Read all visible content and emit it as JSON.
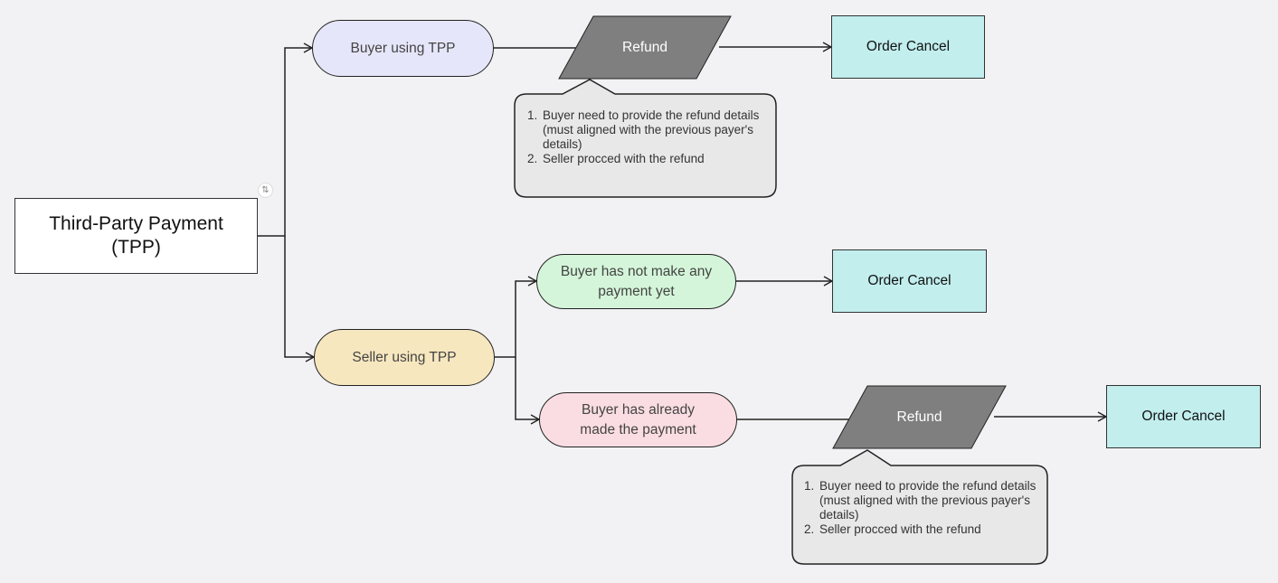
{
  "diagram": {
    "root": {
      "label": "Third-Party Payment (TPP)"
    },
    "branches": {
      "buyer_tpp": "Buyer using TPP",
      "seller_tpp": "Seller using TPP",
      "buyer_not_paid": "Buyer has not make any payment yet",
      "buyer_already_paid": "Buyer has already made the payment"
    },
    "refund_label": "Refund",
    "order_cancel_label": "Order Cancel",
    "refund_notes": [
      "Buyer need to provide the refund details (must aligned with the previous payer's details)",
      "Seller procced with the refund"
    ],
    "icons": [
      "link-icon"
    ],
    "colors": {
      "buyer_tpp": "#e6e6fa",
      "seller_tpp": "#f7e7bf",
      "buyer_not_paid": "#d4f5d9",
      "buyer_already_paid": "#fadde2",
      "order_cancel": "#c2eeee",
      "refund": "#7f7f7f",
      "note": "#e8e8e8"
    }
  }
}
